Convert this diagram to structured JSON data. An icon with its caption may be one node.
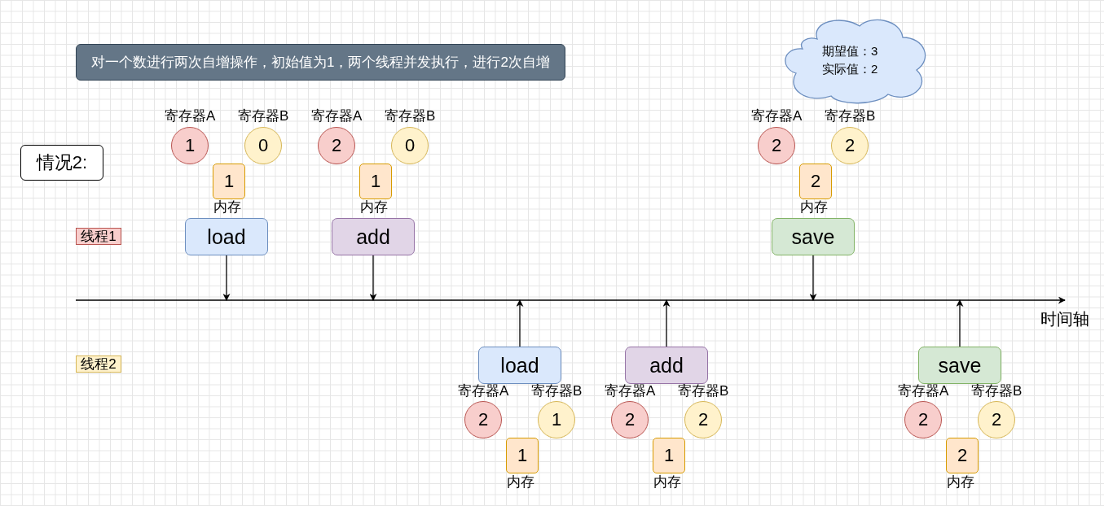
{
  "diagram": {
    "nodes": [
      {
        "text": [
          "对一个数进行两次自增操作，初始值为1，两个线程并发执行，进行2次自增"
        ]
      },
      {
        "text": [
          "期望值：3 实际值：2"
        ]
      },
      {
        "text": [
          "情况2:"
        ]
      },
      {
        "text": [
          "线程1"
        ]
      },
      {
        "text": [
          "线程2"
        ]
      },
      {
        "text": [
          "1"
        ],
        "beside": [
          "寄存器A"
        ]
      },
      {
        "text": [
          "0"
        ],
        "beside": [
          "寄存器B"
        ]
      },
      {
        "text": [
          "1"
        ],
        "beside": [
          "内存"
        ]
      },
      {
        "text": [
          "load"
        ]
      },
      {
        "text": [
          "2"
        ],
        "beside": [
          "寄存器A"
        ]
      },
      {
        "text": [
          "0"
        ],
        "beside": [
          "寄存器B"
        ]
      },
      {
        "text": [
          "1"
        ],
        "beside": [
          "内存"
        ]
      },
      {
        "text": [
          "add"
        ]
      },
      {
        "text": [
          "2"
        ],
        "beside": [
          "寄存器A"
        ]
      },
      {
        "text": [
          "2"
        ],
        "beside": [
          "寄存器B"
        ]
      },
      {
        "text": [
          "2"
        ],
        "beside": [
          "内存"
        ]
      },
      {
        "text": [
          "save"
        ]
      },
      {
        "text": [
          "2"
        ],
        "beside": [
          "寄存器A"
        ]
      },
      {
        "text": [
          "1"
        ],
        "beside": [
          "寄存器B"
        ]
      },
      {
        "text": [
          "1"
        ],
        "beside": [
          "内存"
        ]
      },
      {
        "text": [
          "load"
        ]
      },
      {
        "text": [
          "2"
        ],
        "beside": [
          "寄存器A"
        ]
      },
      {
        "text": [
          "2"
        ],
        "beside": [
          "寄存器B"
        ]
      },
      {
        "text": [
          "1"
        ],
        "beside": [
          "内存"
        ]
      },
      {
        "text": [
          "add"
        ]
      },
      {
        "text": [
          "2"
        ],
        "beside": [
          "寄存器A"
        ]
      },
      {
        "text": [
          "2"
        ],
        "beside": [
          "寄存器B"
        ]
      },
      {
        "text": [
          "2"
        ],
        "beside": [
          "内存"
        ]
      },
      {
        "text": [
          "save"
        ]
      }
    ],
    "edges": [
      {
        "from": 8,
        "to": null,
        "arrow": "to"
      },
      {
        "from": 12,
        "to": null,
        "arrow": "to"
      },
      {
        "from": 16,
        "to": null,
        "arrow": "to"
      },
      {
        "from": 20,
        "to": null,
        "arrow": "to"
      },
      {
        "from": 24,
        "to": null,
        "arrow": "to"
      },
      {
        "from": 28,
        "to": null,
        "arrow": "to"
      }
    ],
    "labels": [
      "时间轴"
    ]
  }
}
